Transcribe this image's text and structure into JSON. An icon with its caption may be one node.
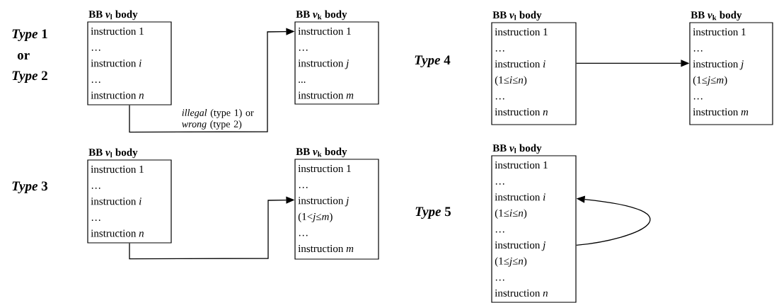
{
  "diagram": {
    "nodes": [
      {
        "text": [
          "BB *v*$_{l}$ body",
          "instruction 1",
          "…",
          "instruction *i*",
          "…",
          "instruction *n*"
        ]
      },
      {
        "text": [
          "BB *v*$_{k}$ body",
          "instruction 1",
          "…",
          "instruction *j*",
          "...",
          "instruction *m*"
        ]
      },
      {
        "text": [
          "BB *v*$_{l}$ body",
          "instruction 1",
          "…",
          "instruction *i*",
          "…",
          "instruction *n*"
        ]
      },
      {
        "text": [
          "BB *v*$_{k}$ body",
          "instruction 1",
          "…",
          "instruction *j*",
          "(1<*j*≤*m*)",
          "…",
          "instruction *m*"
        ]
      },
      {
        "text": [
          "BB *v*$_{l}$ body",
          "instruction 1",
          "…",
          "instruction *i*",
          "(1≤*i*≤*n*)",
          "…",
          "instruction *n*"
        ]
      },
      {
        "text": [
          "BB *v*$_{k}$ body",
          "instruction 1",
          "…",
          "instruction *j*",
          "(1≤*j*≤*m*)",
          "…",
          "instruction *m*"
        ]
      },
      {
        "text": [
          "BB *v*$_{l}$ body",
          "instruction 1",
          "…",
          "instruction *i*",
          "(1≤*i*≤*n*)",
          "…",
          "instruction *j*",
          "(1≤*j*≤*n*)",
          "…",
          "instruction *n*"
        ]
      }
    ],
    "edges": [
      {
        "from": 0,
        "to": 1,
        "arrow": "to",
        "label": "*illegal* (type 1) or *wrong* (type 2)"
      },
      {
        "from": 2,
        "to": 3,
        "arrow": "to"
      },
      {
        "from": 4,
        "to": 5,
        "arrow": "to"
      },
      {
        "from": 6,
        "to": 6,
        "arrow": "to"
      }
    ],
    "labels": [
      "*Type* 1",
      "or",
      "*Type* 2",
      "*Type* 3",
      "*Type* 4",
      "*Type* 5"
    ]
  }
}
